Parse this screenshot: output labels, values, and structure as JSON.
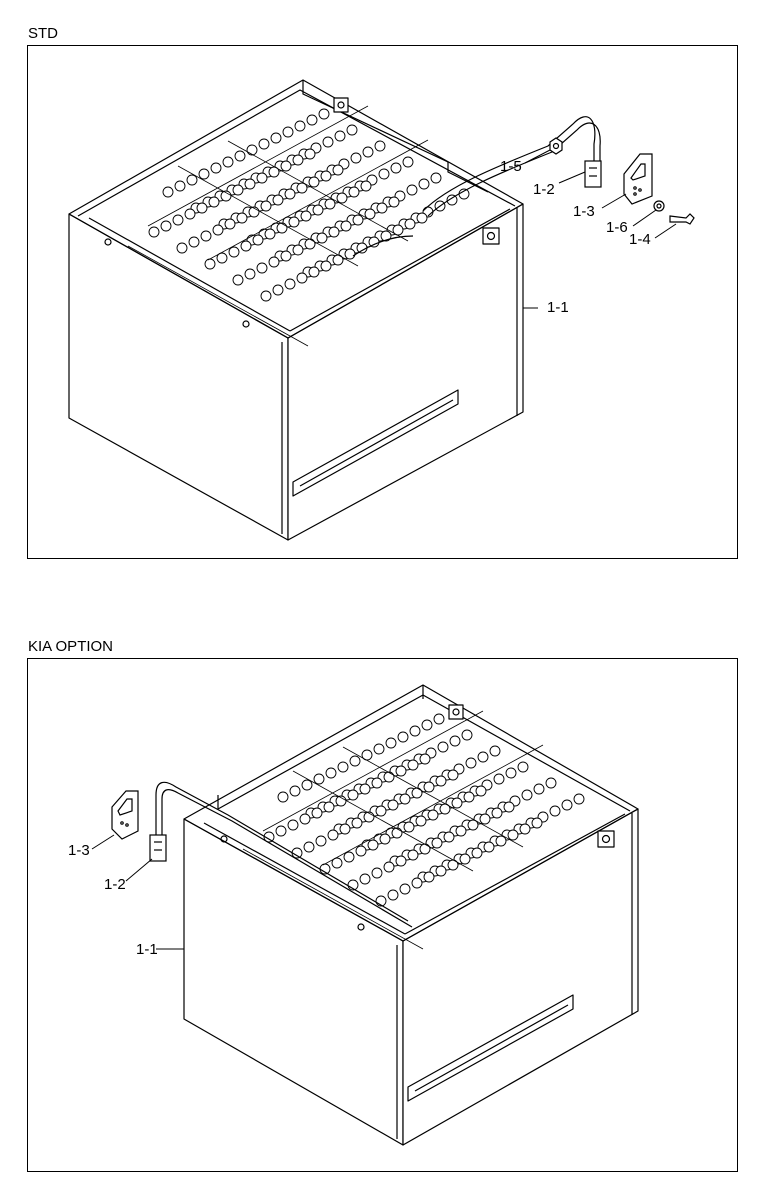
{
  "sections": [
    {
      "title": "STD",
      "callouts": [
        "1-1",
        "1-2",
        "1-3",
        "1-4",
        "1-5",
        "1-6"
      ]
    },
    {
      "title": "KIA OPTION",
      "callouts": [
        "1-1",
        "1-2",
        "1-3"
      ]
    }
  ]
}
